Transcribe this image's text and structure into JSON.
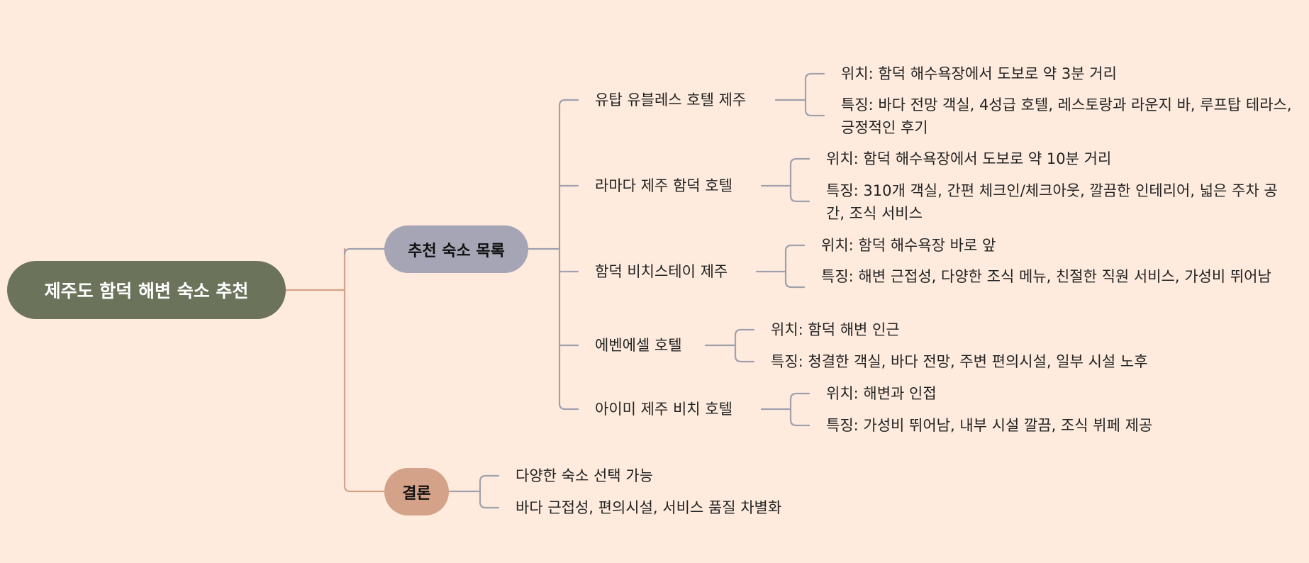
{
  "root": "제주도 함덕 해변 숙소 추천",
  "branches": [
    {
      "title": "추천 숙소 목록",
      "hotels": [
        {
          "name": "유탑 유블레스 호텔 제주",
          "location": "위치: 함덕 해수욕장에서 도보로 약 3분 거리",
          "features": "특징: 바다 전망 객실, 4성급 호텔, 레스토랑과 라운지 바, 루프탑 테라스, 긍정적인 후기"
        },
        {
          "name": "라마다 제주 함덕 호텔",
          "location": "위치: 함덕 해수욕장에서 도보로 약 10분 거리",
          "features": "특징: 310개 객실, 간편 체크인/체크아웃, 깔끔한 인테리어, 넓은 주차 공간, 조식 서비스"
        },
        {
          "name": "함덕 비치스테이 제주",
          "location": "위치: 함덕 해수욕장 바로 앞",
          "features": "특징: 해변 근접성, 다양한 조식 메뉴, 친절한 직원 서비스, 가성비 뛰어남"
        },
        {
          "name": "에벤에셀 호텔",
          "location": "위치: 함덕 해변 인근",
          "features": "특징: 청결한 객실, 바다 전망, 주변 편의시설, 일부 시설 노후"
        },
        {
          "name": "아이미 제주 비치 호텔",
          "location": "위치: 해변과 인접",
          "features": "특징: 가성비 뛰어남, 내부 시설 깔끔, 조식 뷔페 제공"
        }
      ]
    },
    {
      "title": "결론",
      "items": [
        "다양한 숙소 선택 가능",
        "바다 근접성, 편의시설, 서비스 품질 차별화"
      ]
    }
  ],
  "colors": {
    "background": "#feebdd",
    "root": "#6b735b",
    "branch_list": "#a5a5b6",
    "branch_conclusion": "#d4a288",
    "line_gray": "#a0a0ae",
    "line_tan": "#d4a288"
  }
}
